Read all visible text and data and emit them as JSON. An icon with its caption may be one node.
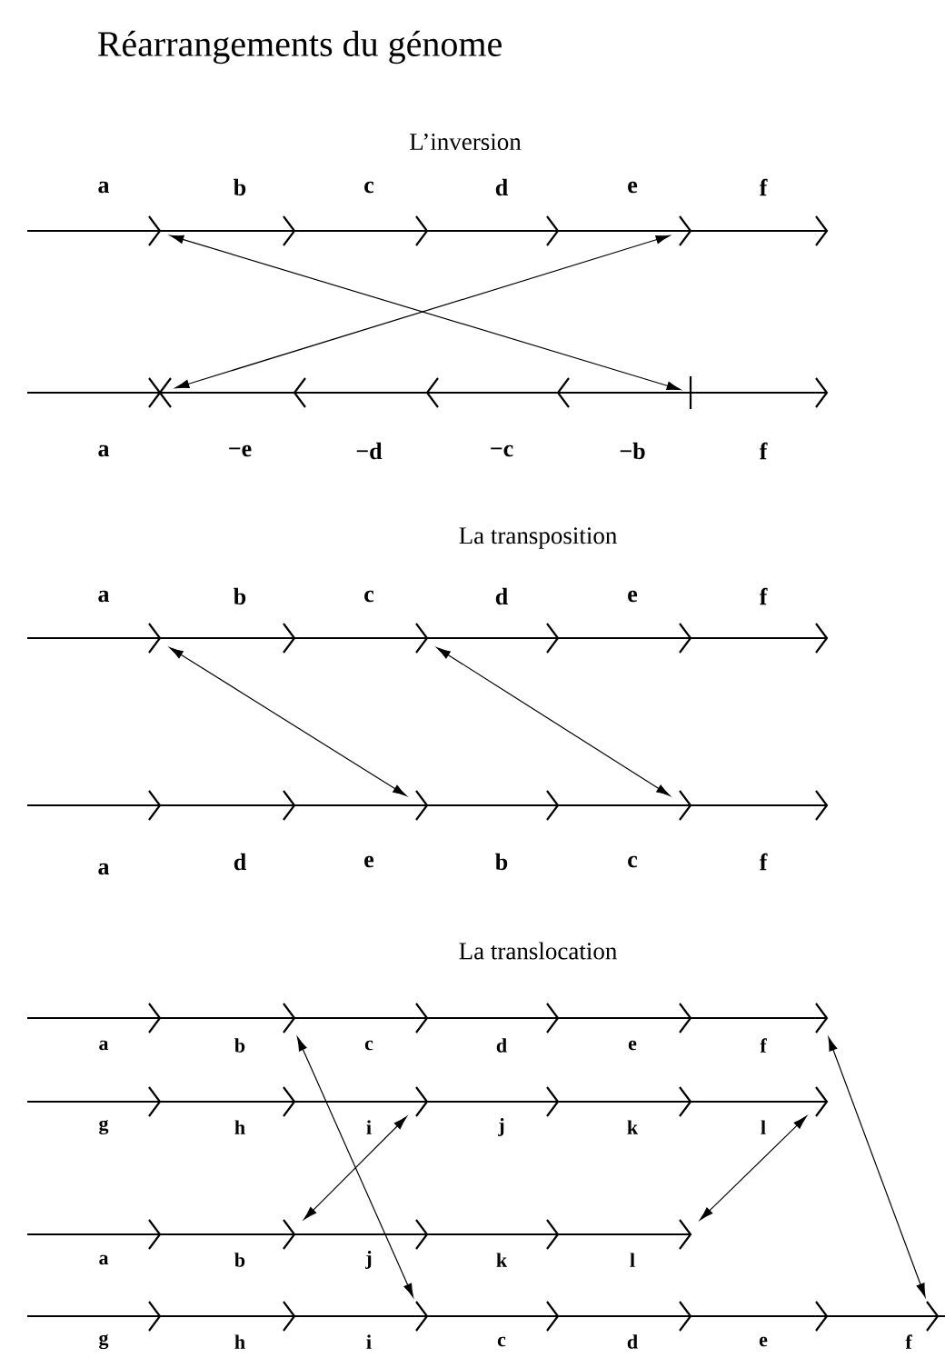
{
  "diagram": {
    "title": "Réarrangements du génome",
    "nodes": [
      {
        "text": [],
        "shape": "chevron"
      },
      {
        "text": [],
        "shape": "chevron"
      },
      {
        "text": [],
        "shape": "cross"
      },
      {
        "text": [],
        "shape": "bar"
      },
      {
        "text": [],
        "shape": "chevron"
      },
      {
        "text": [],
        "shape": "chevron"
      },
      {
        "text": [],
        "shape": "chevron"
      },
      {
        "text": [],
        "shape": "chevron"
      },
      {
        "text": [],
        "shape": "chevron"
      },
      {
        "text": [],
        "shape": "chevron"
      },
      {
        "text": [],
        "shape": "chevron"
      },
      {
        "text": [],
        "shape": "chevron"
      },
      {
        "text": [],
        "shape": "chevron"
      },
      {
        "text": [],
        "shape": "chevron"
      },
      {
        "text": [],
        "shape": "chevron"
      },
      {
        "text": [],
        "shape": "chevron"
      }
    ],
    "edges": [
      {
        "from": 0,
        "to": 3,
        "arrow": "both"
      },
      {
        "from": 1,
        "to": 2,
        "arrow": "both"
      },
      {
        "from": 4,
        "to": 6,
        "arrow": "both"
      },
      {
        "from": 5,
        "to": 7,
        "arrow": "both"
      },
      {
        "from": 8,
        "to": 14,
        "arrow": "both"
      },
      {
        "from": 10,
        "to": 12,
        "arrow": "both"
      },
      {
        "from": 11,
        "to": 13,
        "arrow": "both"
      },
      {
        "from": 9,
        "to": 15,
        "arrow": "both"
      }
    ],
    "labels": [
      "L’inversion",
      "a",
      "b",
      "c",
      "d",
      "e",
      "f",
      "a",
      "−e",
      "−d",
      "−c",
      "−b",
      "f",
      "La transposition",
      "a",
      "b",
      "c",
      "d",
      "e",
      "f",
      "a",
      "d",
      "e",
      "b",
      "c",
      "f",
      "La translocation",
      "a",
      "b",
      "c",
      "d",
      "e",
      "f",
      "g",
      "h",
      "i",
      "j",
      "k",
      "l",
      "a",
      "b",
      "j",
      "k",
      "l",
      "g",
      "h",
      "i",
      "c",
      "d",
      "e",
      "f"
    ]
  }
}
